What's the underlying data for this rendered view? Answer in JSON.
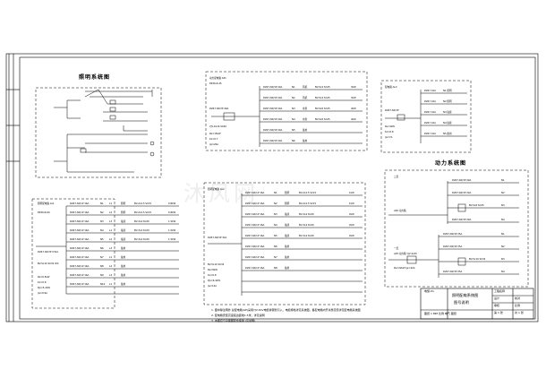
{
  "titles": {
    "lighting_system": "照明系统图",
    "power_system": "动力系统图"
  },
  "notes": {
    "note1": "1. 图中除注明外 总配电箱(AP)采用YJV-1KV电缆穿钢管引入，电缆规格详见系统图，各配电箱内开关整定值详见配电箱系统图",
    "note2": "2. 配电箱安装高度底边距地1.5米，详见说明",
    "note3": "3. 本图应与平面图配合使用 (见说明)"
  },
  "title_block": {
    "project_label": "工程名称",
    "drawing_title_line1": "照明配电系统图",
    "drawing_title_line2": "图号说明",
    "row_design": "设计",
    "row_check": "校对",
    "row_approve": "审核",
    "row_scale": "比例",
    "sheet_no": "第 1 张",
    "total_sheets": "共 1 张",
    "drawing_no": "电施-01",
    "bottom_line": "图纸 1 MM 比例 电气 图纸"
  },
  "watermark": "沐风网"
}
